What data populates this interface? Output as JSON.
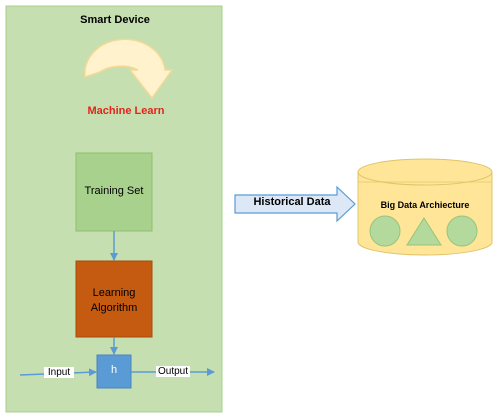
{
  "panel": {
    "title": "Smart Device",
    "machine_learn_label": "Machine Learn",
    "training_set_label": "Training Set",
    "learning_algorithm_label": "Learning Algorithm",
    "hypothesis_label": "h",
    "input_label": "Input",
    "output_label": "Output"
  },
  "connector": {
    "label": "Historical Data"
  },
  "database": {
    "label": "Big Data Archiecture"
  },
  "colors": {
    "panel_fill": "#c6dfb1",
    "panel_border": "#a9cf8d",
    "training_set_fill": "#a9d18e",
    "learning_algorithm_fill": "#c55a11",
    "hypothesis_fill": "#5b9bd5",
    "connector_fill": "#dde8f6",
    "connector_border": "#5b9bd5",
    "database_fill": "#ffe598",
    "database_shapes": "#b4d99c",
    "machine_learn_text": "#e0251b",
    "arrow_color": "#5b9bd5"
  }
}
